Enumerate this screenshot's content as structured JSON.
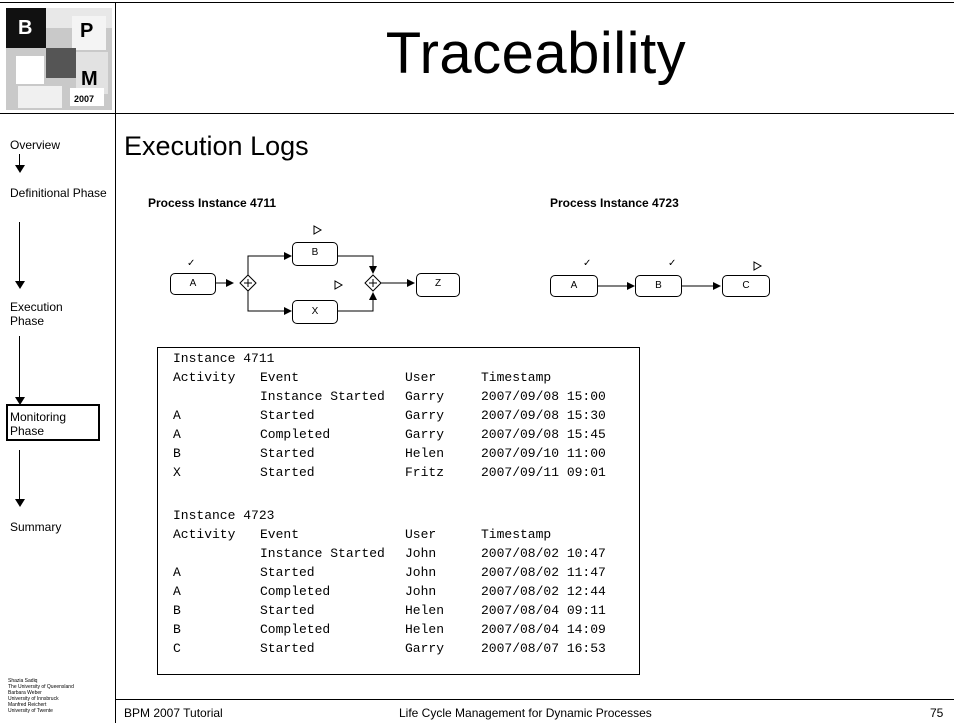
{
  "slide": {
    "title": "Traceability",
    "section_title": "Execution Logs"
  },
  "logo": {
    "letters": [
      "B",
      "P",
      "M"
    ],
    "year": "2007"
  },
  "sidebar": {
    "items": [
      {
        "label": "Overview"
      },
      {
        "label": "Definitional Phase"
      },
      {
        "label": "Execution Phase"
      },
      {
        "label": "Monitoring Phase"
      },
      {
        "label": "Summary"
      }
    ],
    "active": "Monitoring Phase"
  },
  "credits": [
    "Shazia Sadiq",
    "The University of Queensland",
    "Barbara Weber",
    "University of Innsbruck",
    "Manfred Reichert",
    "University of Twente"
  ],
  "process_4711": {
    "label": "Process Instance 4711",
    "tasks": [
      "A",
      "B",
      "X",
      "Z"
    ],
    "completed_mark": "✓",
    "started_mark": "▷"
  },
  "process_4723": {
    "label": "Process Instance 4723",
    "tasks": [
      "A",
      "B",
      "C"
    ]
  },
  "log": {
    "instance_4711": {
      "title": "Instance 4711",
      "headers": [
        "Activity",
        "Event",
        "User",
        "Timestamp"
      ],
      "rows": [
        [
          "",
          "Instance Started",
          "Garry",
          "2007/09/08 15:00"
        ],
        [
          "A",
          "Started",
          "Garry",
          "2007/09/08 15:30"
        ],
        [
          "A",
          "Completed",
          "Garry",
          "2007/09/08 15:45"
        ],
        [
          "B",
          "Started",
          "Helen",
          "2007/09/10 11:00"
        ],
        [
          "X",
          "Started",
          "Fritz",
          "2007/09/11 09:01"
        ]
      ]
    },
    "instance_4723": {
      "title": "Instance 4723",
      "headers": [
        "Activity",
        "Event",
        "User",
        "Timestamp"
      ],
      "rows": [
        [
          "",
          "Instance Started",
          "John",
          "2007/08/02 10:47"
        ],
        [
          "A",
          "Started",
          "John",
          "2007/08/02 11:47"
        ],
        [
          "A",
          "Completed",
          "John",
          "2007/08/02 12:44"
        ],
        [
          "B",
          "Started",
          "Helen",
          "2007/08/04 09:11"
        ],
        [
          "B",
          "Completed",
          "Helen",
          "2007/08/04 14:09"
        ],
        [
          "C",
          "Started",
          "Garry",
          "2007/08/07 16:53"
        ]
      ]
    }
  },
  "footer": {
    "left": "BPM 2007 Tutorial",
    "center": "Life Cycle Management for Dynamic Processes",
    "page": "75"
  }
}
